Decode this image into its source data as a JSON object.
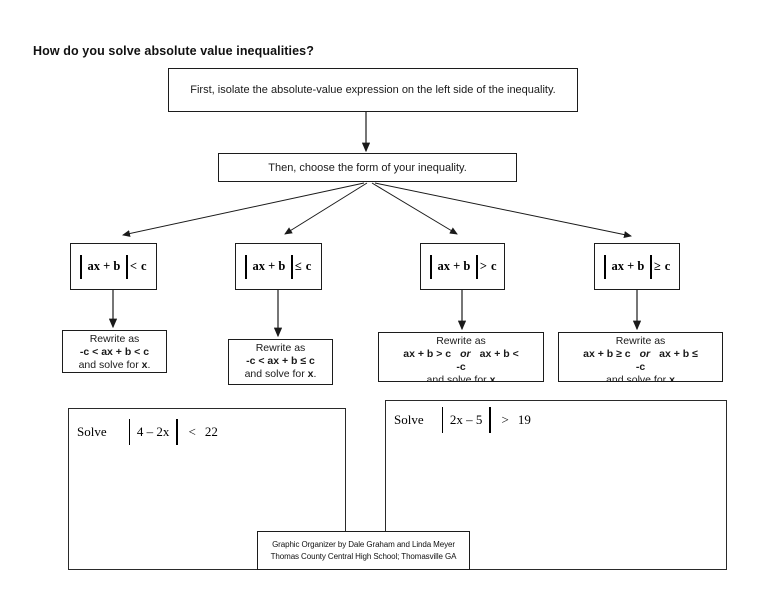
{
  "page": {
    "title": "How do you solve absolute value inequalities?"
  },
  "flow": {
    "step1": "First, isolate the absolute-value expression on the left side of the inequality.",
    "step2": "Then, choose the form of your inequality."
  },
  "forms": [
    {
      "expr": "ax + b",
      "relation": "<",
      "bound": "c"
    },
    {
      "expr": "ax + b",
      "relation": "≤",
      "bound": "c"
    },
    {
      "expr": "ax + b",
      "relation": ">",
      "bound": "c"
    },
    {
      "expr": "ax + b",
      "relation": "≥",
      "bound": "c"
    }
  ],
  "rewrites": [
    {
      "heading": "Rewrite as",
      "formula": "-c < ax + b < c",
      "footer_pre": "and solve for",
      "footer_var": "x",
      "footer_end": "."
    },
    {
      "heading": "Rewrite as",
      "formula": "-c < ax + b ≤ c",
      "footer_pre": "and solve for",
      "footer_var": "x",
      "footer_end": "."
    },
    {
      "heading": "Rewrite as",
      "left": "ax + b > c",
      "conj": "or",
      "right": "ax + b <",
      "wrapped": "-c",
      "footer_pre": "and solve for",
      "footer_var": "x",
      "footer_end": ""
    },
    {
      "heading": "Rewrite as",
      "left": "ax + b ≥ c",
      "conj": "or",
      "right": "ax + b ≤",
      "wrapped": "-c",
      "footer_pre": "and solve for",
      "footer_var": "x",
      "footer_end": ""
    }
  ],
  "practice": [
    {
      "label": "Solve",
      "expr": "4 – 2x",
      "relation": "<",
      "value": "22"
    },
    {
      "label": "Solve",
      "expr": "2x – 5",
      "relation": ">",
      "value": "19"
    }
  ],
  "credit": {
    "line1": "Graphic Organizer by Dale Graham and Linda Meyer",
    "line2": "Thomas County Central High School; Thomasville GA"
  }
}
